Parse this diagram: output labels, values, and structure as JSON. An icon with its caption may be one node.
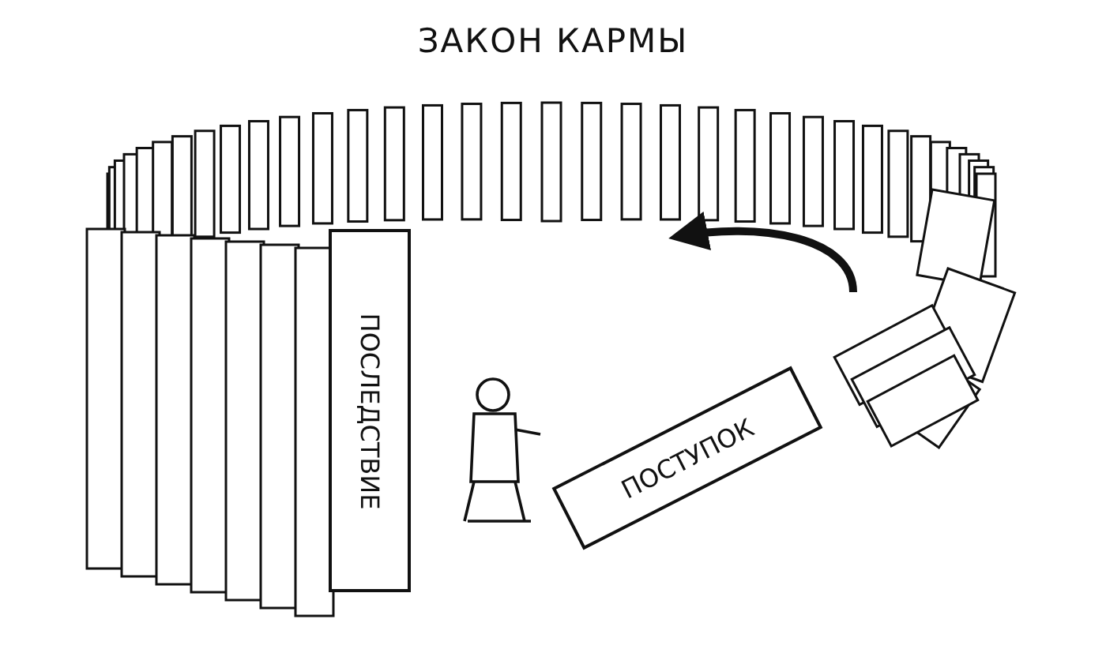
{
  "diagram": {
    "title": "ЗАКОН КАРМЫ",
    "nodes": [
      {
        "text": [
          "ПОСЛЕДСТВИЕ"
        ]
      },
      {
        "text": [
          "ПОСТУПОК"
        ]
      }
    ]
  }
}
